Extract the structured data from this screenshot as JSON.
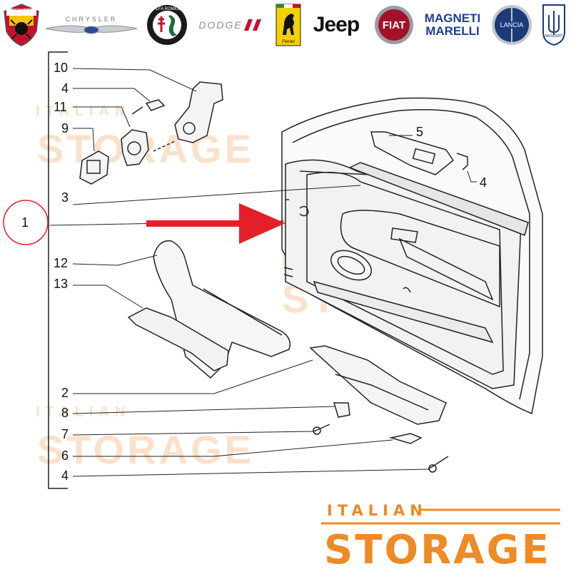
{
  "brands": [
    {
      "id": "abarth",
      "name": "ABARTH"
    },
    {
      "id": "chrysler",
      "name": "CHRYSLER"
    },
    {
      "id": "alfa-romeo",
      "name": "ALFA ROMEO"
    },
    {
      "id": "dodge",
      "name": "DODGE"
    },
    {
      "id": "ferrari",
      "name": "Ferrari"
    },
    {
      "id": "jeep",
      "name": "Jeep"
    },
    {
      "id": "fiat",
      "name": "FIAT"
    },
    {
      "id": "magneti-marelli",
      "name_line1": "MAGNETI",
      "name_line2": "MARELLI"
    },
    {
      "id": "lancia",
      "name": "LANCIA"
    },
    {
      "id": "maserati",
      "name": "MASERATI"
    }
  ],
  "callouts": [
    "10",
    "4",
    "11",
    "9",
    "3",
    "1",
    "12",
    "13",
    "2",
    "8",
    "7",
    "6",
    "4",
    "5",
    "4"
  ],
  "watermark": {
    "line1": "ITALIAN",
    "line2": "STORAGE"
  },
  "footer": {
    "line1": "ITALIAN",
    "line2": "STORAGE"
  },
  "colors": {
    "accent": "#f08a24",
    "watermark": "#f7c9a2",
    "arrow": "#e3202a",
    "circle": "#e3202a",
    "line": "#222222"
  }
}
